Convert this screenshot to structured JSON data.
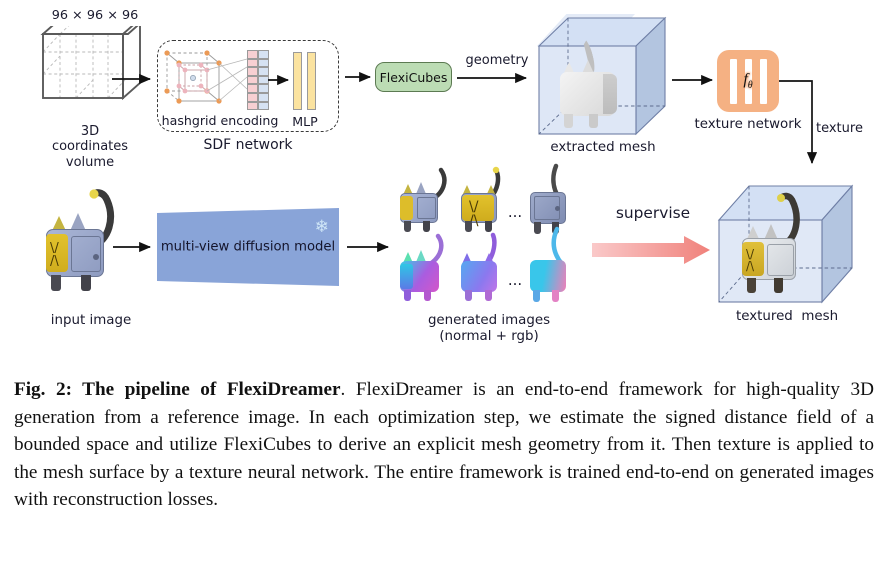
{
  "figure": {
    "labels": {
      "volume_dims": "96 × 96 × 96",
      "volume_caption": "3D\ncoordinates\nvolume",
      "hashgrid": "hashgrid encoding",
      "mlp": "MLP",
      "sdf_network": "SDF network",
      "flexicubes": "FlexiCubes",
      "geometry": "geometry",
      "extracted_mesh": "extracted mesh",
      "texture_network_symbol": "f",
      "texture_network_subscript": "θ",
      "texture_network": "texture network",
      "texture": "texture",
      "input_image": "input image",
      "diffusion_model": "multi-view\ndiffusion model",
      "frozen_icon": "snowflake-icon",
      "generated_images": "generated images\n(normal + rgb)",
      "ellipsis": "...",
      "supervise": "supervise",
      "textured_mesh": "textured  mesh"
    },
    "colors": {
      "flexicubes_fill": "#bcdcb4",
      "flexicubes_border": "#5c7a52",
      "texture_network_fill": "#f5b183",
      "diffusion_fill": "#89a4d8",
      "supervise_arrow_from": "#f9c6c6",
      "supervise_arrow_to": "#f1807b",
      "hashgrid_pink": "#f7cfd2",
      "hashgrid_blue": "#d6e2f2",
      "mlp_fill": "#fbe3a0",
      "cube_front": "#c6d6ee",
      "cube_side": "#aabddb",
      "text": "#1a1a2e",
      "arrow": "#111111",
      "snowflake": "#cfe6f7"
    }
  },
  "caption": {
    "figure_number": "Fig. 2:",
    "bold_title": " The pipeline of FlexiDreamer",
    "body": ". FlexiDreamer is an end-to-end framework for high-quality 3D generation from a reference image. In each optimization step, we estimate the signed distance field of a bounded space and utilize FlexiCubes to derive an explicit mesh geometry from it. Then texture is applied to the mesh surface by a texture neural network. The entire framework is trained end-to-end on generated images with reconstruction losses."
  },
  "diagram_data": {
    "type": "pipeline-diagram",
    "nodes": [
      {
        "id": "volume",
        "label": "3D coordinates volume",
        "annotation": "96 × 96 × 96",
        "shape": "wireframe-cube"
      },
      {
        "id": "sdf-network",
        "label": "SDF network",
        "shape": "dashed-rounded-box",
        "children": [
          "hashgrid encoding",
          "MLP"
        ]
      },
      {
        "id": "flexicubes",
        "label": "FlexiCubes",
        "shape": "rounded-box",
        "fill": "#bcdcb4"
      },
      {
        "id": "extracted-mesh",
        "label": "extracted mesh",
        "shape": "cube-bounded-mesh"
      },
      {
        "id": "texture-network",
        "label": "texture network",
        "shape": "rounded-box",
        "fill": "#f5b183"
      },
      {
        "id": "input-image",
        "label": "input image",
        "shape": "image"
      },
      {
        "id": "diffusion-model",
        "label": "multi-view diffusion model",
        "shape": "bowtie",
        "fill": "#89a4d8",
        "badge": "frozen"
      },
      {
        "id": "generated-images",
        "label": "generated images (normal + rgb)",
        "shape": "image-grid",
        "rows": [
          "rgb",
          "normal"
        ]
      },
      {
        "id": "textured-mesh",
        "label": "textured  mesh",
        "shape": "cube-bounded-mesh"
      }
    ],
    "edges": [
      {
        "from": "volume",
        "to": "sdf-network",
        "label": ""
      },
      {
        "from": "sdf-network",
        "to": "flexicubes",
        "label": ""
      },
      {
        "from": "flexicubes",
        "to": "extracted-mesh",
        "label": "geometry"
      },
      {
        "from": "extracted-mesh",
        "to": "texture-network",
        "label": ""
      },
      {
        "from": "texture-network",
        "to": "textured-mesh",
        "label": "texture"
      },
      {
        "from": "input-image",
        "to": "diffusion-model",
        "label": ""
      },
      {
        "from": "diffusion-model",
        "to": "generated-images",
        "label": ""
      },
      {
        "from": "generated-images",
        "to": "textured-mesh",
        "label": "supervise"
      }
    ]
  }
}
